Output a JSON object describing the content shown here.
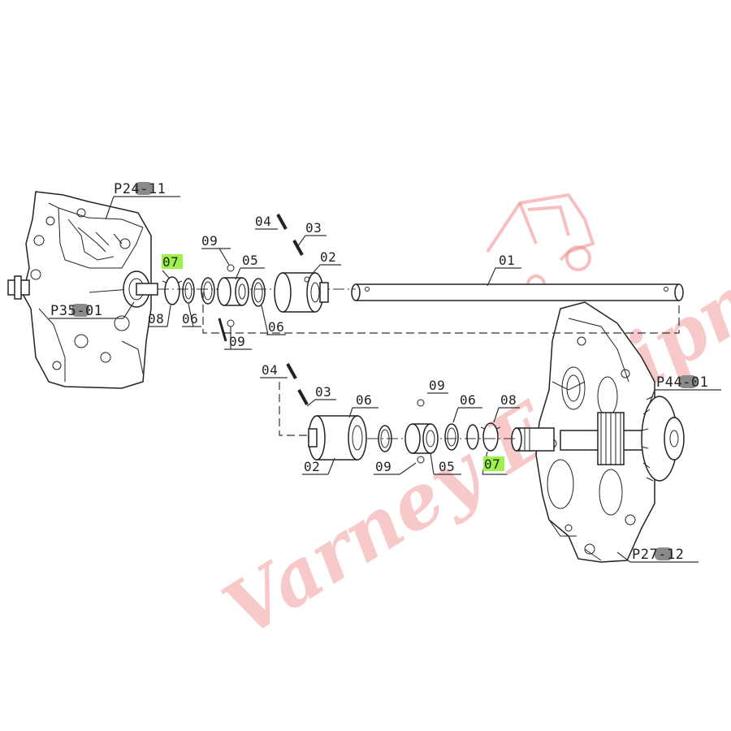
{
  "colors": {
    "highlight": "#9cf24a",
    "line": "#222222",
    "watermark": "#f08a8a"
  },
  "icons": {
    "watermark": "tractor-logo-icon"
  },
  "watermark": {
    "text": "Varney Equipment"
  },
  "labels": {
    "p24_11": "P24-11",
    "p35_01": "P35-01",
    "p44_01": "P44-01",
    "p27_12": "P27-12",
    "top": {
      "l01": "01",
      "l02": "02",
      "l03": "03",
      "l04": "04",
      "l05": "05",
      "l06a": "06",
      "l06b": "06",
      "l07": "07",
      "l08": "08",
      "l09a": "09",
      "l09b": "09"
    },
    "bottom": {
      "l02": "02",
      "l03": "03",
      "l04": "04",
      "l05": "05",
      "l06a": "06",
      "l06b": "06",
      "l07": "07",
      "l08": "08",
      "l09a": "09",
      "l09b": "09"
    }
  }
}
